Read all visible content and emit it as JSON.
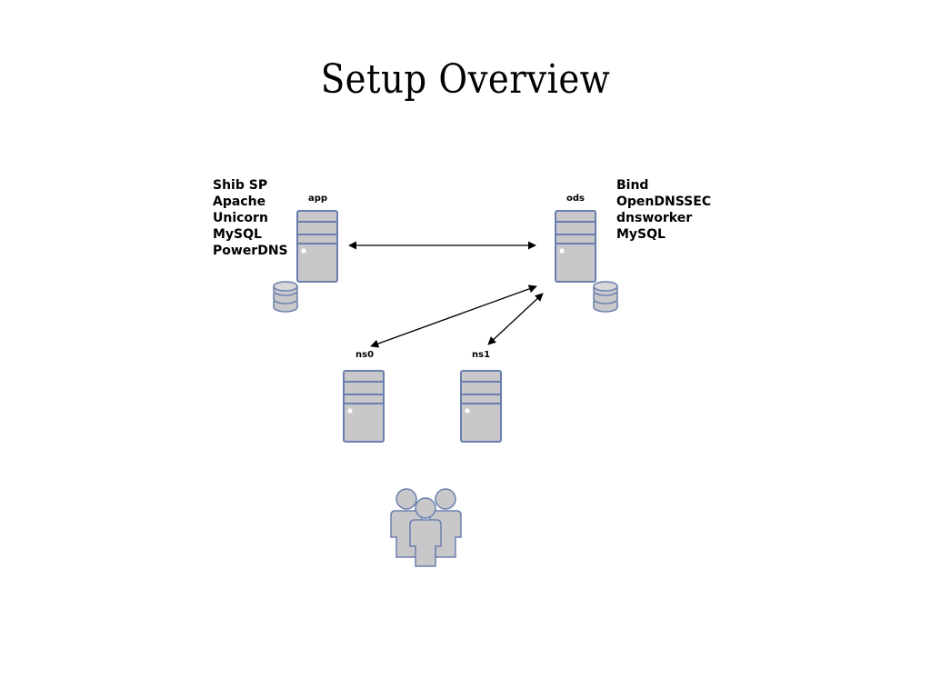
{
  "title": "Setup  Overview",
  "app_stack": [
    "Shib SP",
    "Apache",
    "Unicorn",
    "MySQL",
    "PowerDNS"
  ],
  "ods_stack": [
    "Bind",
    "OpenDNSSEC",
    "dnsworker",
    "MySQL"
  ],
  "hosts": {
    "app": "app",
    "ods": "ods",
    "ns0": "ns0",
    "ns1": "ns1"
  },
  "icons": {
    "server": "server-icon",
    "database": "database-icon",
    "users": "users-icon"
  },
  "colors": {
    "icon_fill": "#c8c8ca",
    "icon_stroke": "#6a7fae",
    "arrow": "#000000"
  }
}
